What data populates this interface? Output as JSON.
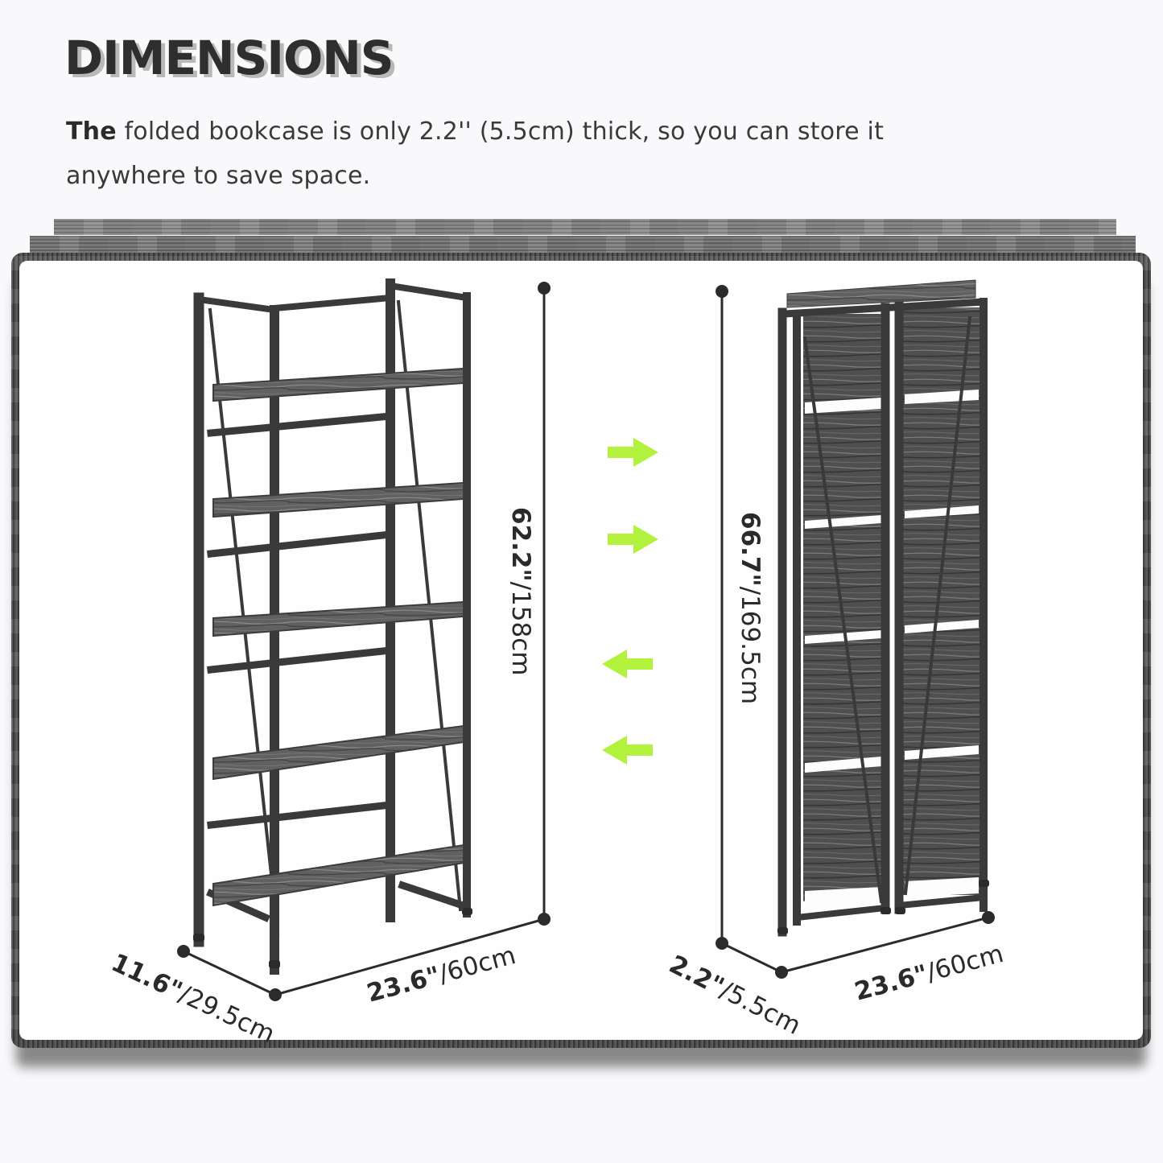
{
  "header": {
    "title": "DIMENSIONS",
    "description_bold": "The",
    "description_rest": " folded bookcase is only 2.2'' (5.5cm) thick, so you can store it anywhere to save space."
  },
  "unfolded_bookcase": {
    "shelves": 5,
    "height": {
      "inches": "62.2\"",
      "cm": "/158cm"
    },
    "width": {
      "inches": "23.6\"",
      "cm": "/60cm"
    },
    "depth": {
      "inches": "11.6\"",
      "cm": "/29.5cm"
    }
  },
  "folded_bookcase": {
    "height": {
      "inches": "66.7\"",
      "cm": "/169.5cm"
    },
    "width": {
      "inches": "23.6\"",
      "cm": "/60cm"
    },
    "depth": {
      "inches": "2.2\"",
      "cm": "/5.5cm"
    }
  },
  "arrows": [
    {
      "direction": "right",
      "icon": "arrow-right-icon"
    },
    {
      "direction": "right",
      "icon": "arrow-right-icon"
    },
    {
      "direction": "left",
      "icon": "arrow-left-icon"
    },
    {
      "direction": "left",
      "icon": "arrow-left-icon"
    }
  ],
  "colors": {
    "arrow": "#b3f23c",
    "frame_metal": "#3a3a3a",
    "wood": "#6a6a6a",
    "dimension_line": "#2b2b2b",
    "background": "#f9f8fa"
  }
}
